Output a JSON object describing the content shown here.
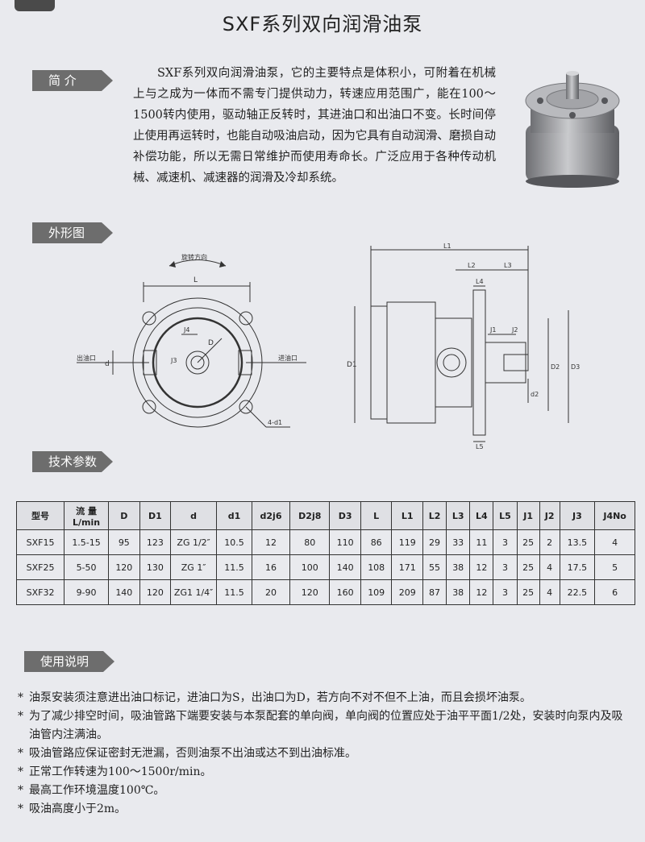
{
  "title": "SXF系列双向润滑油泵",
  "sections": {
    "intro": "简 介",
    "outline": "外形图",
    "params": "技术参数",
    "usage": "使用说明"
  },
  "intro_text": "SXF系列双向润滑油泵，它的主要特点是体积小，可附着在机械上与之成为一体而不需专门提供动力，转速应用范围广，能在100～1500转内使用，驱动轴正反转时，其进油口和出油口不变。长时间停止使用再运转时，也能自动吸油启动，因为它具有自动润滑、磨损自动补偿功能，所以无需日常维护而使用寿命长。广泛应用于各种传动机械、减速机、减速器的润滑及冷却系统。",
  "drawing_labels": {
    "rotation": "旋转方向",
    "L": "L",
    "J4": "J4",
    "J3": "J3",
    "D": "D",
    "d": "d",
    "outlet": "出油口",
    "inlet": "进油口",
    "hole": "4-d1",
    "L1": "L1",
    "L2": "L2",
    "L3": "L3",
    "L4": "L4",
    "L5": "L5",
    "J1": "J1",
    "J2": "J2",
    "D1": "D1",
    "D2": "D2",
    "D3": "D3",
    "d2": "d2"
  },
  "table": {
    "headers": [
      "型号",
      "流 量 L/min",
      "D",
      "D1",
      "d",
      "d1",
      "d2j6",
      "D2j8",
      "D3",
      "L",
      "L1",
      "L2",
      "L3",
      "L4",
      "L5",
      "J1",
      "J2",
      "J3",
      "J4No"
    ],
    "rows": [
      [
        "SXF15",
        "1.5-15",
        "95",
        "123",
        "ZG 1/2″",
        "10.5",
        "12",
        "80",
        "110",
        "86",
        "119",
        "29",
        "33",
        "11",
        "3",
        "25",
        "2",
        "13.5",
        "4"
      ],
      [
        "SXF25",
        "5-50",
        "120",
        "130",
        "ZG 1″",
        "11.5",
        "16",
        "100",
        "140",
        "108",
        "171",
        "55",
        "38",
        "12",
        "3",
        "25",
        "4",
        "17.5",
        "5"
      ],
      [
        "SXF32",
        "9-90",
        "140",
        "120",
        "ZG1 1/4″",
        "11.5",
        "20",
        "120",
        "160",
        "109",
        "209",
        "87",
        "38",
        "12",
        "3",
        "25",
        "4",
        "22.5",
        "6"
      ]
    ]
  },
  "usage_items": [
    "油泵安装须注意进出油口标记，进油口为S，出油口为D，若方向不对不但不上油，而且会损坏油泵。",
    "为了减少排空时间，吸油管路下端要安装与本泵配套的单向阀，单向阀的位置应处于油平平面1/2处，安装时向泵内及吸油管内注满油。",
    "吸油管路应保证密封无泄漏，否则油泵不出油或达不到出油标准。",
    "正常工作转速为100～1500r/min。",
    "最高工作环境温度100℃。",
    "吸油高度小于2m。"
  ]
}
